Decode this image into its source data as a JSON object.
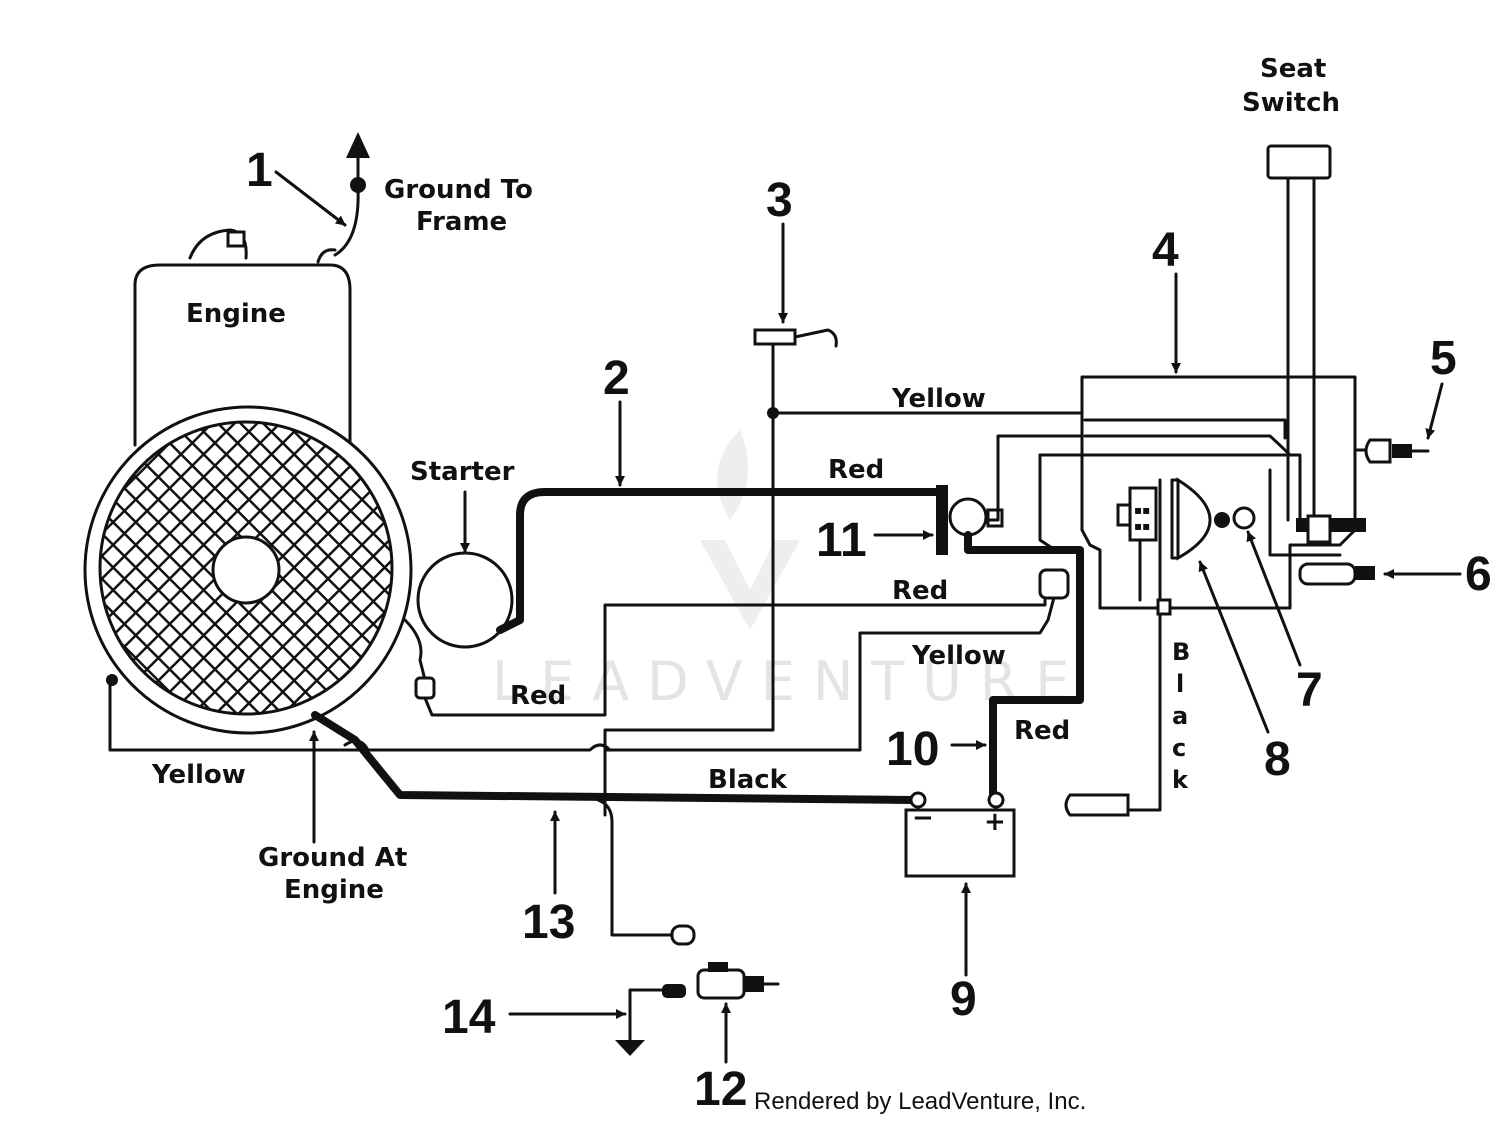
{
  "labels": {
    "ground_to_frame": [
      "Ground To",
      "Frame"
    ],
    "engine": "Engine",
    "starter": "Starter",
    "seat_switch": [
      "Seat",
      "Switch"
    ],
    "ground_at_engine": [
      "Ground At",
      "Engine"
    ]
  },
  "wires": {
    "yellow_top": "Yellow",
    "red_top": "Red",
    "red_mid": "Red",
    "yellow_mid": "Yellow",
    "red_low": "Red",
    "yellow_left": "Yellow",
    "black_bottom": "Black",
    "red_battery": "Red",
    "black_vertical": [
      "B",
      "l",
      "a",
      "c",
      "k"
    ]
  },
  "callouts": [
    "1",
    "2",
    "3",
    "4",
    "5",
    "6",
    "7",
    "8",
    "9",
    "10",
    "11",
    "12",
    "13",
    "14"
  ],
  "battery": {
    "neg": "−",
    "pos": "+"
  },
  "watermark": "LEADVENTURE",
  "credit": "Rendered by LeadVenture, Inc."
}
